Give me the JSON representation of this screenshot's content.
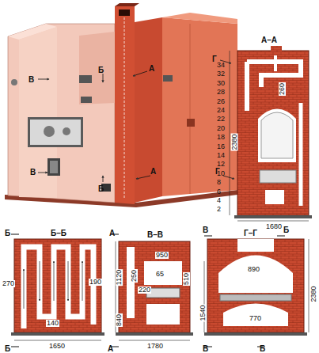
{
  "diagram": {
    "labels": [
      "В",
      "Б",
      "А",
      "Г",
      "В",
      "Б",
      "А",
      "Г",
      "А–А",
      "34",
      "32",
      "30",
      "28",
      "26",
      "24",
      "22",
      "20",
      "18",
      "16",
      "14",
      "12",
      "10",
      "8",
      "6",
      "4",
      "2",
      "2380",
      "260",
      "1680",
      "Б",
      "Б–Б",
      "А",
      "В–В",
      "Г–Г",
      "В",
      "Б",
      "270",
      "190",
      "140",
      "1120",
      "950",
      "250",
      "220",
      "65",
      "510",
      "840",
      "1650",
      "1780",
      "А",
      "Б",
      "890",
      "770",
      "1540",
      "2380",
      "В",
      "Б"
    ]
  }
}
